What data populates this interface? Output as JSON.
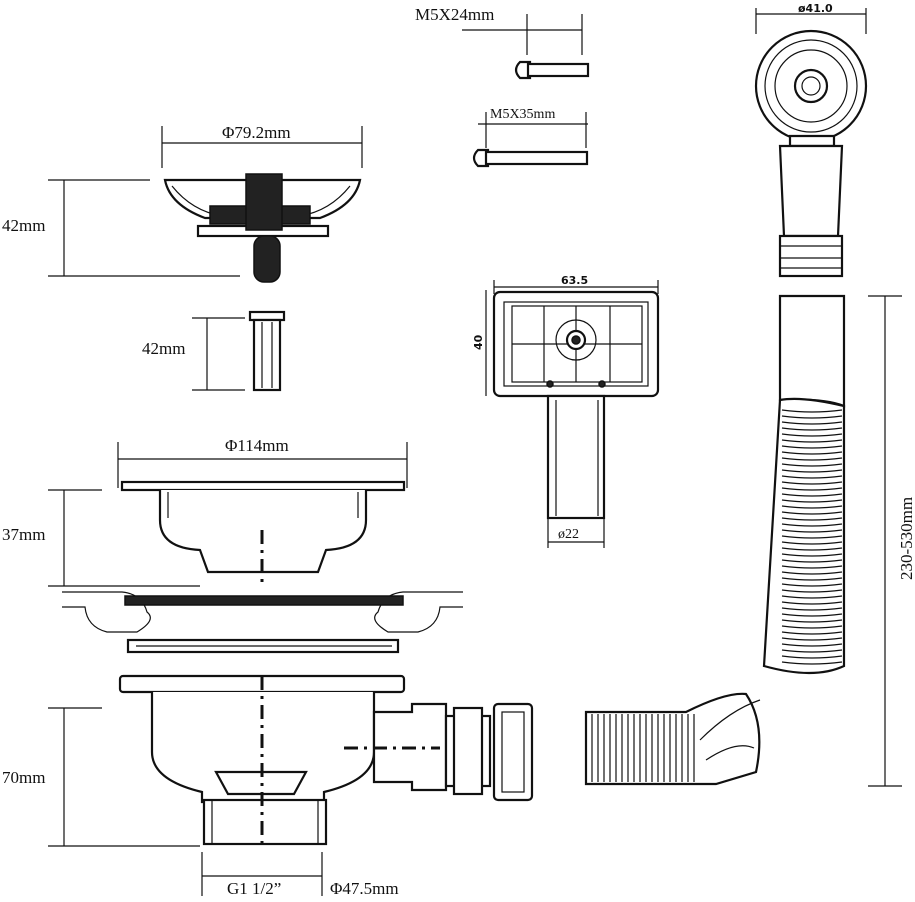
{
  "labels": {
    "screw_short": "M5X24mm",
    "screw_long": "M5X35mm",
    "basket_diameter": "Φ79.2mm",
    "basket_height": "42mm",
    "pin_height": "42mm",
    "flange_diameter": "Φ114mm",
    "flange_height": "37mm",
    "body_height": "70mm",
    "thread": "G1 1/2”",
    "outlet_diameter": "Φ47.5mm",
    "overflow_width": "63.5",
    "overflow_height": "40",
    "overflow_pipe": "ø22",
    "cap_diameter": "ø41.0",
    "hose_length": "230-530mm"
  }
}
